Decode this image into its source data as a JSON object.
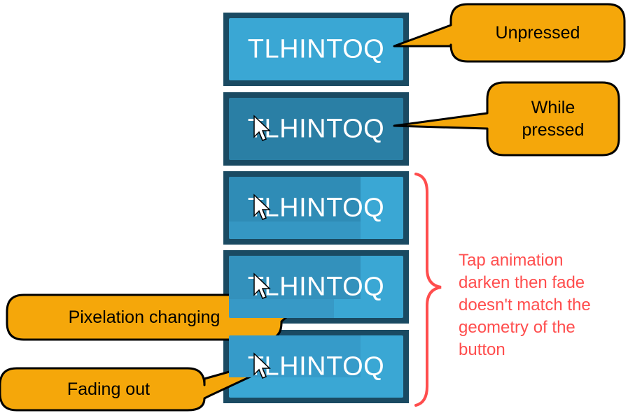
{
  "buttons": [
    {
      "label": "TLHINTOQ",
      "state": "unpressed"
    },
    {
      "label": "TLHINTOQ",
      "state": "pressed"
    },
    {
      "label": "TLHINTOQ",
      "state": "animating"
    },
    {
      "label": "TLHINTOQ",
      "state": "pixelation"
    },
    {
      "label": "TLHINTOQ",
      "state": "fading"
    }
  ],
  "callouts": {
    "unpressed": "Unpressed",
    "while_pressed_line1": "While",
    "while_pressed_line2": "pressed",
    "pixelation": "Pixelation changing",
    "fading": "Fading out"
  },
  "note": "Tap animation\ndarken then fade\ndoesn't match the\ngeometry of the\nbutton",
  "colors": {
    "frame": "#1a4a62",
    "button_normal": "#3aa7d4",
    "button_pressed": "#2a7fa5",
    "callout_fill": "#f5a70a",
    "brace": "#ff4d4d",
    "note": "#ff4d4d"
  }
}
